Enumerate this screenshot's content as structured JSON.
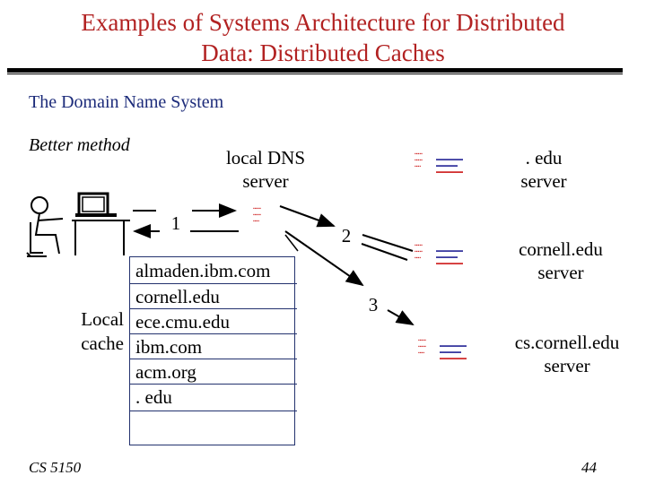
{
  "title": {
    "line1": "Examples of Systems Architecture for Distributed",
    "line2": "Data: Distributed Caches"
  },
  "subtitle": "The Domain Name System",
  "method_label": "Better method",
  "nodes": {
    "local_dns": {
      "line1": "local DNS",
      "line2": "server"
    },
    "edu": {
      "line1": ". edu",
      "line2": "server"
    },
    "cornell": {
      "line1": "cornell.edu",
      "line2": "server"
    },
    "cs_cornell": {
      "line1": "cs.cornell.edu",
      "line2": "server"
    }
  },
  "steps": [
    "1",
    "2",
    "3"
  ],
  "local_cache": {
    "label_line1": "Local",
    "label_line2": "cache",
    "entries": [
      "almaden.ibm.com",
      "cornell.edu",
      "ece.cmu.edu",
      "ibm.com",
      "acm.org",
      ". edu"
    ]
  },
  "footer": {
    "course": "CS 5150",
    "page": "44"
  },
  "colors": {
    "title": "#b22222",
    "subtitle": "#1c2b7a",
    "box_border": "#23326e",
    "placeholder_red": "#d23030",
    "placeholder_blue": "#3a3aa0"
  }
}
